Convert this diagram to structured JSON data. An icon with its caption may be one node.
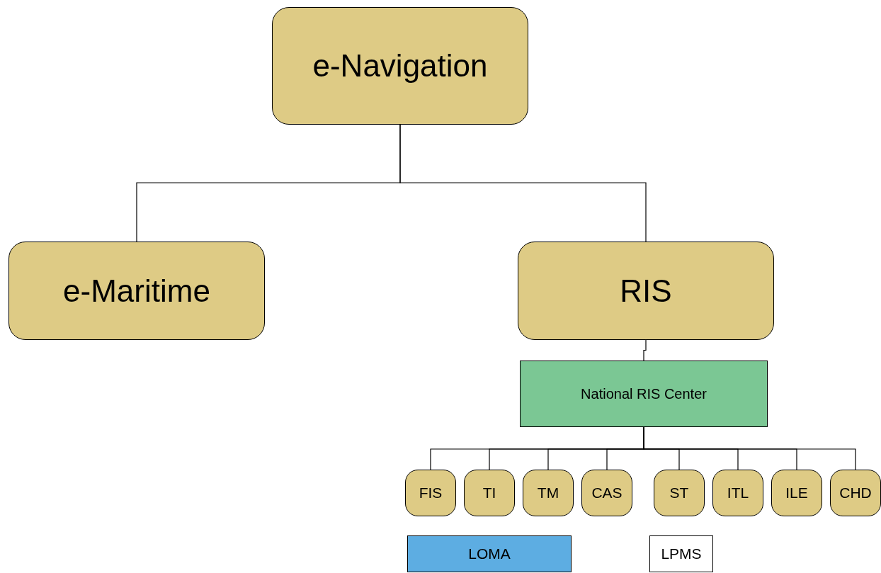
{
  "diagram": {
    "nodes": [
      {
        "text": [
          "e-Navigation"
        ]
      },
      {
        "text": [
          "e-Maritime"
        ]
      },
      {
        "text": [
          "RIS"
        ]
      },
      {
        "text": [
          "National RIS Center"
        ]
      },
      {
        "text": [
          "FIS"
        ]
      },
      {
        "text": [
          "TI"
        ]
      },
      {
        "text": [
          "TM"
        ]
      },
      {
        "text": [
          "CAS"
        ]
      },
      {
        "text": [
          "ST"
        ]
      },
      {
        "text": [
          "ITL"
        ]
      },
      {
        "text": [
          "ILE"
        ]
      },
      {
        "text": [
          "CHD"
        ]
      },
      {
        "text": [
          "LOMA"
        ]
      },
      {
        "text": [
          "LPMS"
        ]
      }
    ],
    "edges": [
      {
        "from": 0,
        "to": 1,
        "arrow": "none"
      },
      {
        "from": 0,
        "to": 2,
        "arrow": "none"
      },
      {
        "from": 2,
        "to": 3,
        "arrow": "none"
      },
      {
        "from": 3,
        "to": 4,
        "arrow": "none"
      },
      {
        "from": 3,
        "to": 5,
        "arrow": "none"
      },
      {
        "from": 3,
        "to": 6,
        "arrow": "none"
      },
      {
        "from": 3,
        "to": 7,
        "arrow": "none"
      },
      {
        "from": 3,
        "to": 8,
        "arrow": "none"
      },
      {
        "from": 3,
        "to": 9,
        "arrow": "none"
      },
      {
        "from": 3,
        "to": 10,
        "arrow": "none"
      },
      {
        "from": 3,
        "to": 11,
        "arrow": "none"
      }
    ]
  }
}
